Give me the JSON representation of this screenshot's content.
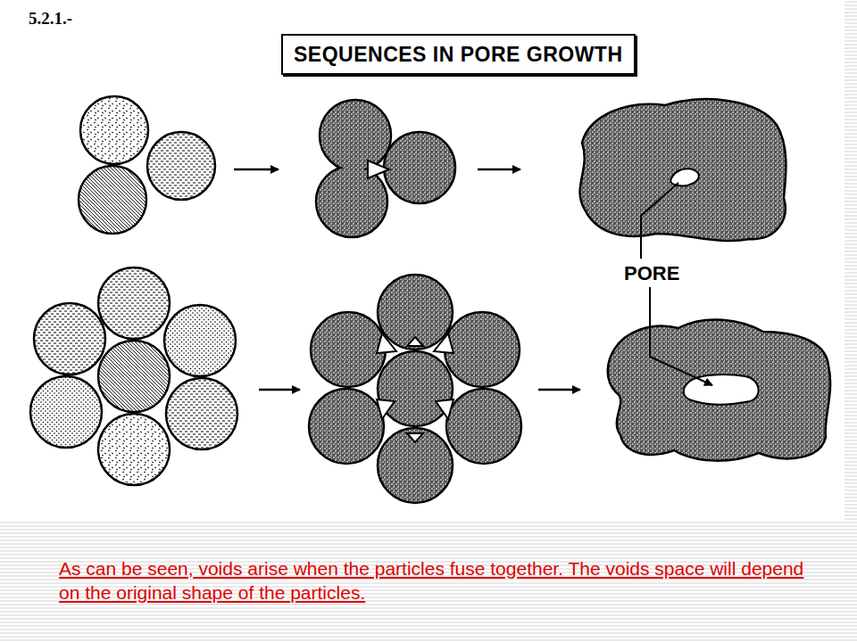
{
  "diagram": {
    "title": "SEQUENCES IN PORE GROWTH",
    "caption": "As can be seen, voids arise when the particles fuse together. The voids space will depend on the original shape of the particles.",
    "labels": [
      "5.2.1.-",
      "PORE"
    ]
  }
}
